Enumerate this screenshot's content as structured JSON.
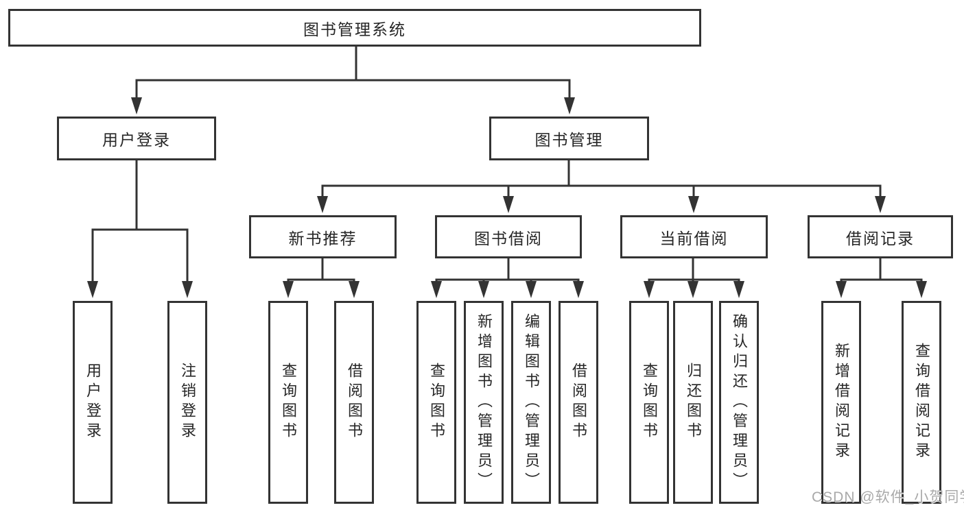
{
  "tree": {
    "root": {
      "label": "图书管理系统"
    },
    "children": [
      {
        "label": "用户登录",
        "children": [
          {
            "label": "用户登录"
          },
          {
            "label": "注销登录"
          }
        ]
      },
      {
        "label": "图书管理",
        "children": [
          {
            "label": "新书推荐",
            "children": [
              {
                "label": "查询图书"
              },
              {
                "label": "借阅图书"
              }
            ]
          },
          {
            "label": "图书借阅",
            "children": [
              {
                "label": "查询图书"
              },
              {
                "label": "新增图书（管理员）"
              },
              {
                "label": "编辑图书（管理员）"
              },
              {
                "label": "借阅图书"
              }
            ]
          },
          {
            "label": "当前借阅",
            "children": [
              {
                "label": "查询图书"
              },
              {
                "label": "归还图书"
              },
              {
                "label": "确认归还（管理员）"
              }
            ]
          },
          {
            "label": "借阅记录",
            "children": [
              {
                "label": "新增借阅记录"
              },
              {
                "label": "查询借阅记录"
              }
            ]
          }
        ]
      }
    ]
  },
  "watermark": {
    "text": "CSDN @软件_小贺同学"
  },
  "colors": {
    "line": "#333333",
    "box_border": "#333333",
    "box_background": "#ffffff",
    "text": "#262626",
    "watermark": "#a9a9a9"
  }
}
